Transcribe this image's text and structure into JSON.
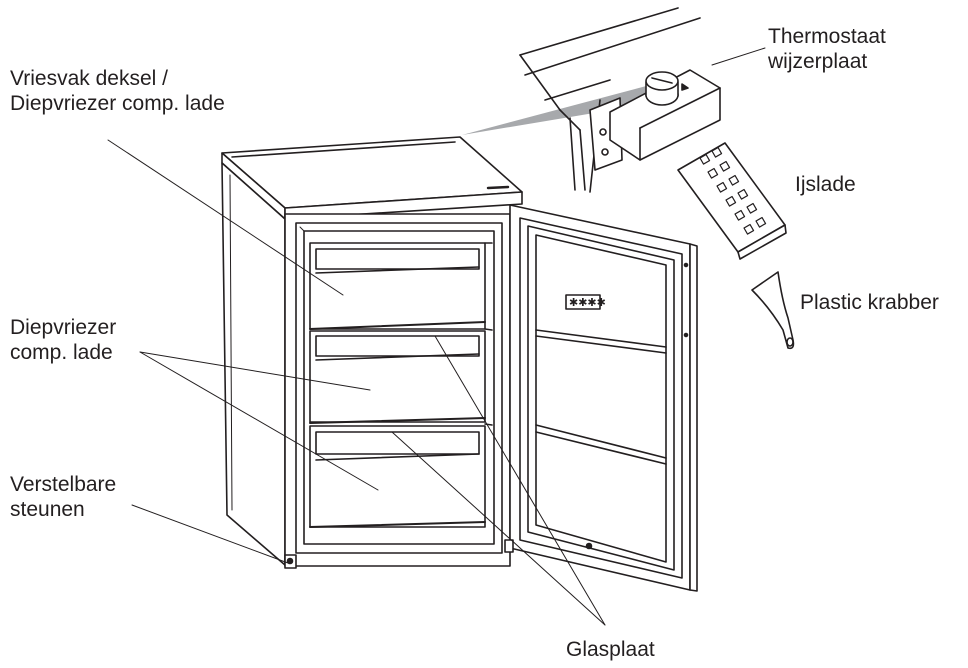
{
  "labels": {
    "freezer_lid": [
      "Vriesvak deksel /",
      "Diepvriezer comp. lade"
    ],
    "thermostat": [
      "Thermostaat",
      "wijzerplaat"
    ],
    "ice_tray": "Ijslade",
    "scraper": "Plastic krabber",
    "drawer": [
      "Diepvriezer",
      "comp. lade"
    ],
    "feet": [
      "Verstelbare",
      "steunen"
    ],
    "glass_shelf": "Glasplaat"
  },
  "colors": {
    "line": "#231f20",
    "callout": "#a7a9ac",
    "background": "#ffffff"
  }
}
